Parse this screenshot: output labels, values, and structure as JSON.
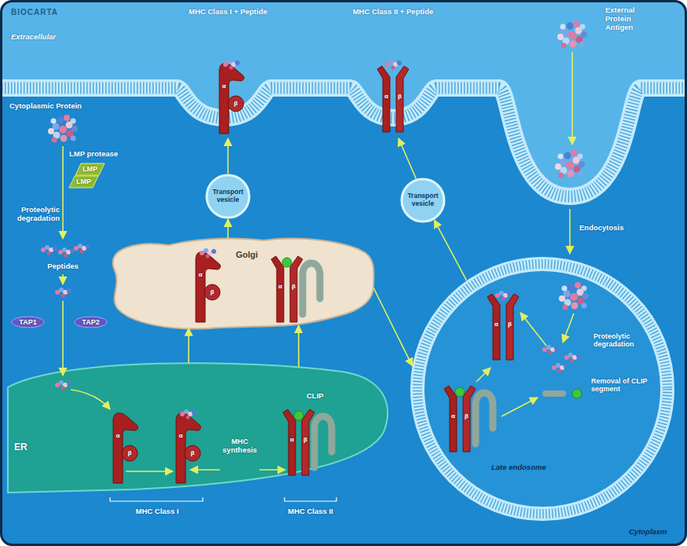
{
  "diagram": {
    "nodes": [
      {
        "text": [
          "LMP"
        ]
      },
      {
        "text": [
          "LMP"
        ]
      },
      {
        "text": [
          "Transport vesicle"
        ]
      },
      {
        "text": [
          "Transport vesicle"
        ]
      },
      {
        "text": [
          "Golgi"
        ]
      },
      {
        "text": [
          "TAP1"
        ]
      },
      {
        "text": [
          "TAP2"
        ]
      },
      {
        "text": [
          "Late endosome"
        ]
      },
      {
        "text": [
          "ER"
        ]
      }
    ],
    "edges": [
      {
        "from": 4,
        "to": 2,
        "arrow": "to"
      },
      {
        "from": 8,
        "to": 4,
        "arrow": "to"
      },
      {
        "from": 8,
        "to": 4,
        "arrow": "to"
      },
      {
        "from": 4,
        "to": 7,
        "arrow": "to"
      },
      {
        "from": 7,
        "to": 3,
        "arrow": "to"
      }
    ],
    "labels": [
      "BIOCARTA",
      "Extracellular",
      "MHC Class I + Peptide",
      "MHC Class II + Peptide",
      "External Protein Antigen",
      "Cytoplasmic Protein",
      "LMP protease",
      "Proteolytic degradation",
      "Peptides",
      "Endocytosis",
      "Proteolytic degradation",
      "Removal of CLIP segment",
      "CLIP",
      "MHC synthesis",
      "MHC Class I",
      "MHC Class II",
      "Cytoplasm",
      "α",
      "β",
      "α",
      "β",
      "α",
      "β",
      "α",
      "β",
      "α",
      "β",
      "α",
      "β",
      "α",
      "β",
      "α",
      "β",
      "α",
      "β"
    ]
  }
}
